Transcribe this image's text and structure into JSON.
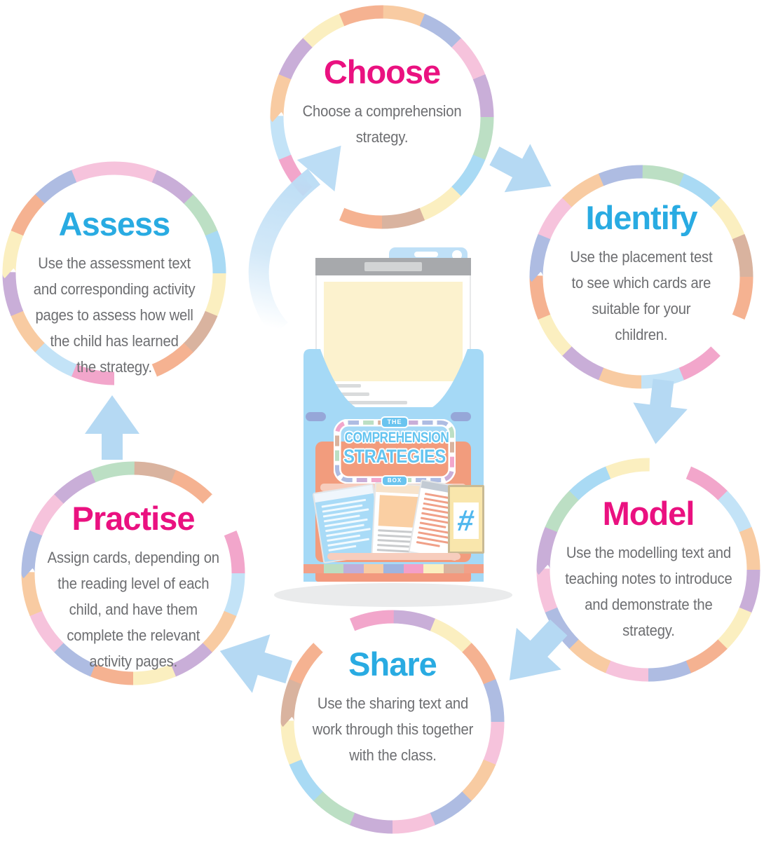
{
  "diagram_title": "The Comprehension Strategies Box teaching cycle",
  "steps": [
    {
      "id": "choose",
      "title": "Choose",
      "title_color": "#EA1180",
      "lines": [
        "Choose a comprehension",
        "strategy."
      ]
    },
    {
      "id": "identify",
      "title": "Identify",
      "title_color": "#29ABE2",
      "lines": [
        "Use the placement test",
        "to see which cards are",
        "suitable for your",
        "children."
      ]
    },
    {
      "id": "model",
      "title": "Model",
      "title_color": "#EA1180",
      "lines": [
        "Use the modelling text and",
        "teaching notes to introduce",
        "and demonstrate the",
        "strategy."
      ]
    },
    {
      "id": "share",
      "title": "Share",
      "title_color": "#29ABE2",
      "lines": [
        "Use the sharing text and",
        "work through this together",
        "with the class."
      ]
    },
    {
      "id": "practise",
      "title": "Practise",
      "title_color": "#EA1180",
      "lines": [
        "Assign cards, depending on",
        "the reading level of each",
        "child, and have them",
        "complete the relevant",
        "activity pages."
      ]
    },
    {
      "id": "assess",
      "title": "Assess",
      "title_color": "#29ABE2",
      "lines": [
        "Use the assessment text",
        "and corresponding activity",
        "pages to assess how well",
        "the child has learned",
        "the strategy."
      ]
    }
  ],
  "box": {
    "the": "THE",
    "comprehension": "COMPREHENSION",
    "strategies": "STRATEGIES",
    "box": "BOX",
    "hash_symbol": "#"
  },
  "colors": {
    "title_pink": "#EA1180",
    "title_blue": "#29ABE2",
    "body_text": "#6D6E71",
    "arrow_blue": "#B5D9F3",
    "swoosh_blue": "#BCDDF5",
    "box_blue": "#A5D9F6",
    "box_salmon": "#F29C7D",
    "card_yellow": "#FCF2CE"
  },
  "ring_palette": [
    "#F8CBA2",
    "#AEBCE2",
    "#F6C3DC",
    "#C9AED8",
    "#BCDFC4",
    "#A9DAF4",
    "#FBEFC0",
    "#D9B39F",
    "#F5B291",
    "#FFFFFF",
    "#F2A6CB",
    "#C3E3F7",
    "#F8CBA2",
    "#C9AED8",
    "#FBEFC0",
    "#F5B291",
    "#AEBCE2",
    "#F6C3DC"
  ]
}
